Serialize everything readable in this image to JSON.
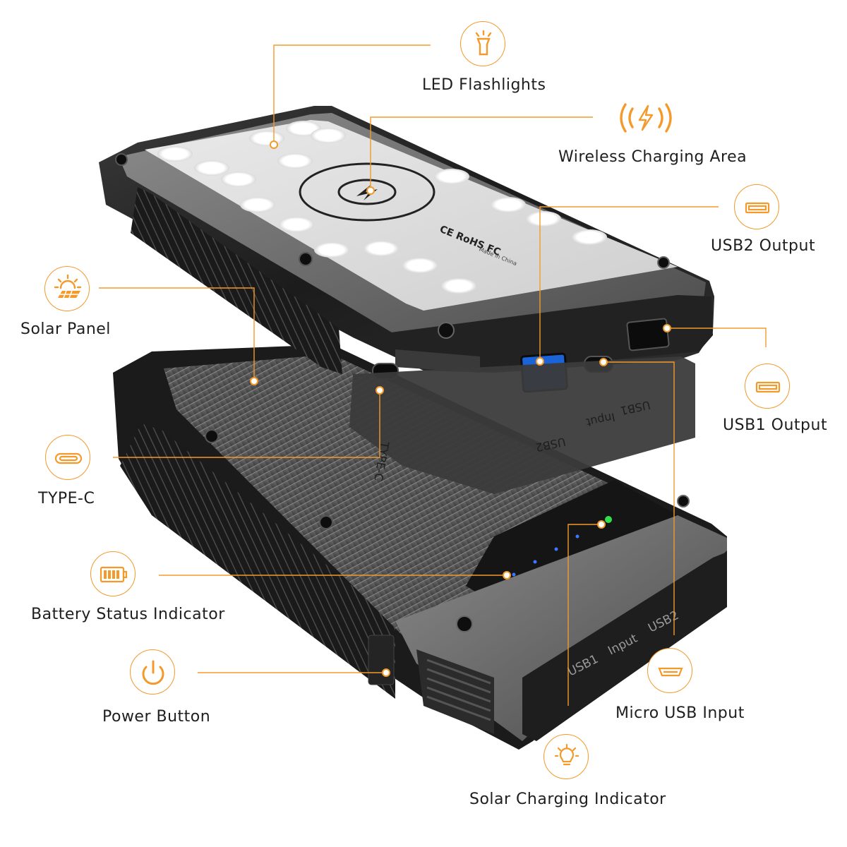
{
  "accent_color": "#f39a2b",
  "callouts": {
    "led_flashlights": {
      "label": "LED Flashlights",
      "icon": "flashlight-icon"
    },
    "wireless_charging": {
      "label": "Wireless Charging Area",
      "icon": "wireless-charging-icon"
    },
    "usb2_output": {
      "label": "USB2 Output",
      "icon": "usb-port-icon"
    },
    "usb1_output": {
      "label": "USB1 Output",
      "icon": "usb-port-icon"
    },
    "solar_panel": {
      "label": "Solar Panel",
      "icon": "solar-panel-icon"
    },
    "type_c": {
      "label": "TYPE-C",
      "icon": "type-c-port-icon"
    },
    "battery_status": {
      "label": "Battery Status Indicator",
      "icon": "battery-icon"
    },
    "power_button": {
      "label": "Power Button",
      "icon": "power-icon"
    },
    "micro_usb_input": {
      "label": "Micro USB Input",
      "icon": "micro-usb-icon"
    },
    "solar_charging": {
      "label": "Solar Charging Indicator",
      "icon": "lightbulb-icon"
    }
  },
  "device_markings": {
    "port_usb1": "USB1",
    "port_input": "Input",
    "port_usb2": "USB2",
    "port_type_c": "TYPE-C",
    "made_in": "Made in China",
    "cert_marks": "CE RoHS FC"
  }
}
